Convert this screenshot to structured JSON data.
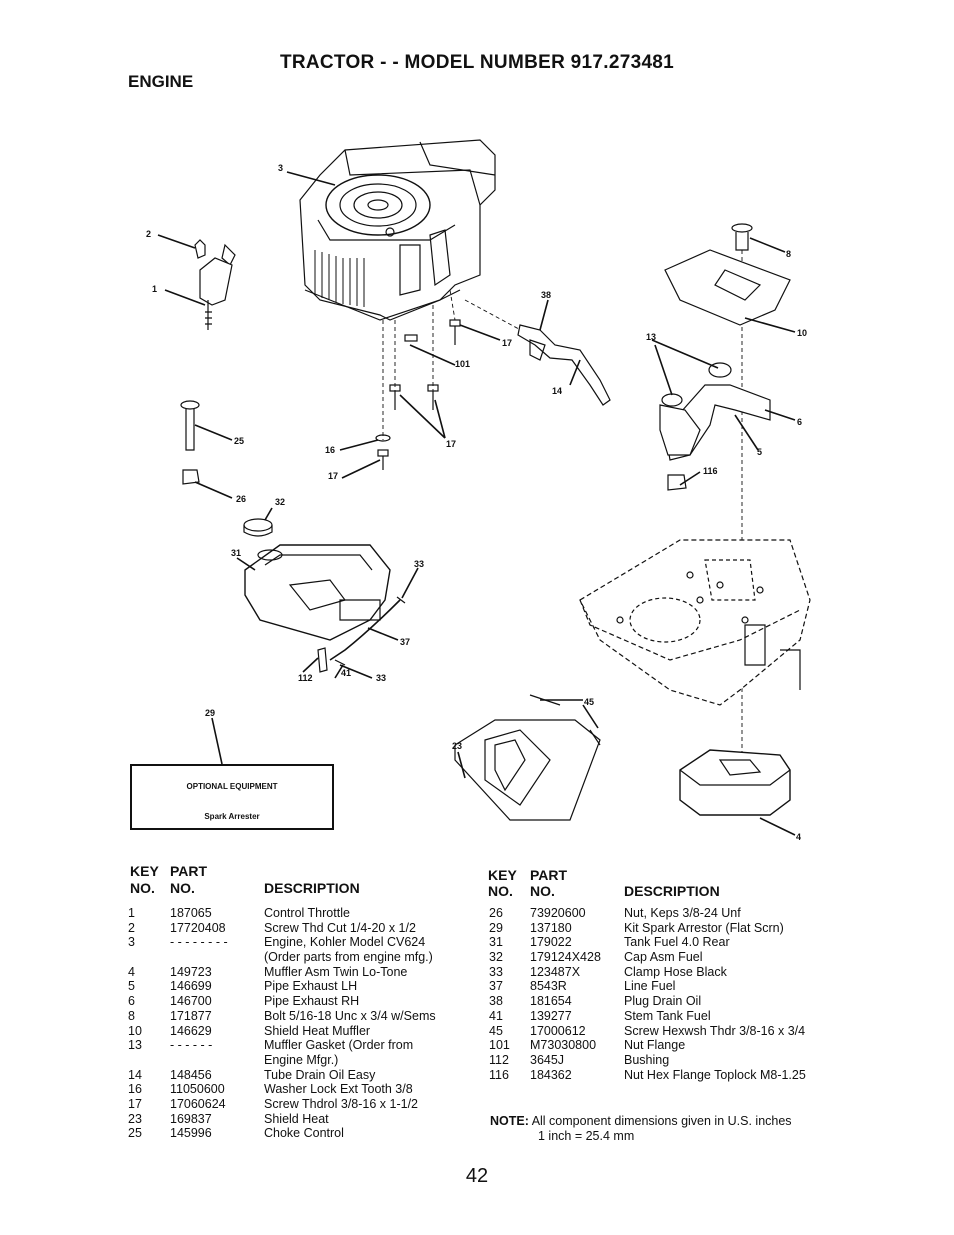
{
  "header": {
    "title": "TRACTOR - - MODEL NUMBER 917.273481",
    "section": "ENGINE"
  },
  "diagram": {
    "callouts": [
      "1",
      "2",
      "3",
      "38",
      "17",
      "101",
      "14",
      "8",
      "10",
      "13",
      "6",
      "5",
      "116",
      "25",
      "16",
      "17",
      "17",
      "26",
      "32",
      "31",
      "33",
      "37",
      "112",
      "41",
      "33",
      "29",
      "23",
      "45",
      "4"
    ],
    "optional_box": {
      "heading": "OPTIONAL EQUIPMENT",
      "item": "Spark Arrester"
    }
  },
  "parts_table": {
    "headers": {
      "key": "KEY",
      "no": "NO.",
      "part": "PART",
      "part_no": "NO.",
      "description": "DESCRIPTION"
    },
    "left": [
      {
        "key": "1",
        "part": "187065",
        "desc": "Control Throttle"
      },
      {
        "key": "2",
        "part": "17720408",
        "desc": "Screw Thd Cut 1/4-20 x 1/2"
      },
      {
        "key": "3",
        "part": "- - - - - - - -",
        "desc": "Engine, Kohler Model CV624"
      },
      {
        "key": "",
        "part": "",
        "desc": "(Order parts from engine mfg.)"
      },
      {
        "key": "4",
        "part": "149723",
        "desc": "Muffler Asm Twin Lo-Tone"
      },
      {
        "key": "5",
        "part": "146699",
        "desc": "Pipe Exhaust LH"
      },
      {
        "key": "6",
        "part": "146700",
        "desc": "Pipe Exhaust RH"
      },
      {
        "key": "8",
        "part": "171877",
        "desc": "Bolt 5/16-18 Unc x 3/4 w/Sems"
      },
      {
        "key": "10",
        "part": "146629",
        "desc": "Shield Heat Muffler"
      },
      {
        "key": "13",
        "part": "- - - - - -",
        "desc": "Muffler Gasket (Order from"
      },
      {
        "key": "",
        "part": "",
        "desc": "Engine Mfgr.)"
      },
      {
        "key": "14",
        "part": "148456",
        "desc": "Tube Drain Oil Easy"
      },
      {
        "key": "16",
        "part": "11050600",
        "desc": "Washer Lock Ext Tooth 3/8"
      },
      {
        "key": "17",
        "part": "17060624",
        "desc": "Screw Thdrol 3/8-16 x 1-1/2"
      },
      {
        "key": "23",
        "part": "169837",
        "desc": "Shield Heat"
      },
      {
        "key": "25",
        "part": "145996",
        "desc": "Choke Control"
      }
    ],
    "right": [
      {
        "key": "26",
        "part": "73920600",
        "desc": "Nut, Keps 3/8-24 Unf"
      },
      {
        "key": "29",
        "part": "137180",
        "desc": "Kit Spark Arrestor (Flat Scrn)"
      },
      {
        "key": "31",
        "part": "179022",
        "desc": "Tank Fuel 4.0 Rear"
      },
      {
        "key": "32",
        "part": "179124X428",
        "desc": "Cap Asm Fuel"
      },
      {
        "key": "33",
        "part": "123487X",
        "desc": "Clamp Hose Black"
      },
      {
        "key": "37",
        "part": "8543R",
        "desc": "Line Fuel"
      },
      {
        "key": "38",
        "part": "181654",
        "desc": "Plug Drain Oil"
      },
      {
        "key": "41",
        "part": "139277",
        "desc": "Stem Tank Fuel"
      },
      {
        "key": "45",
        "part": "17000612",
        "desc": "Screw Hexwsh Thdr 3/8-16 x 3/4"
      },
      {
        "key": "101",
        "part": "M73030800",
        "desc": "Nut Flange"
      },
      {
        "key": "112",
        "part": "3645J",
        "desc": "Bushing"
      },
      {
        "key": "116",
        "part": "184362",
        "desc": "Nut Hex Flange Toplock M8-1.25"
      }
    ]
  },
  "note": {
    "label": "NOTE:",
    "line1": "All component dimensions given in U.S. inches",
    "line2": "1 inch = 25.4 mm"
  },
  "page_number": "42"
}
